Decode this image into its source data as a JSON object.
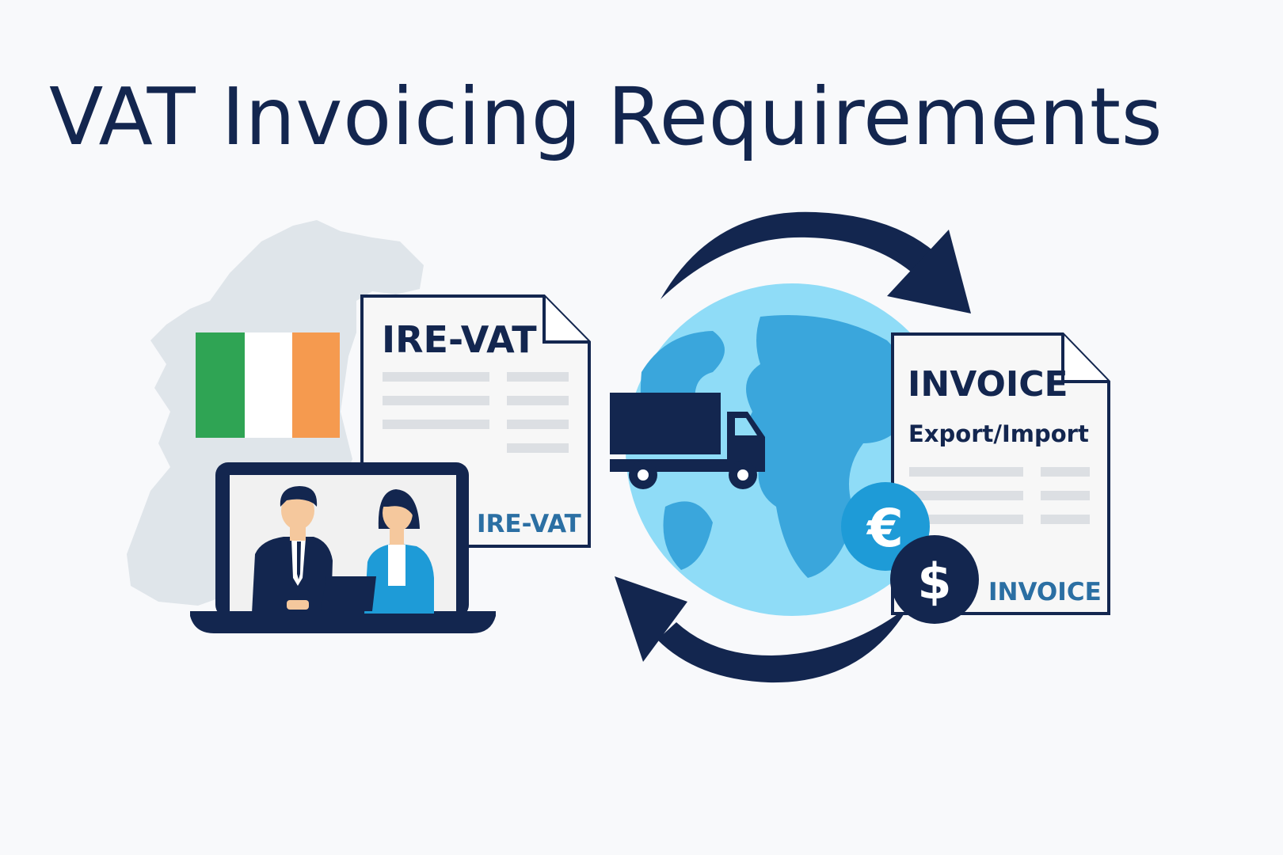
{
  "title": "VAT Invoicing Requirements",
  "ireland_doc": {
    "heading": "IRE-VAT",
    "footer": "IRE-VAT"
  },
  "invoice_doc": {
    "heading": "INVOICE",
    "subheading": "Export/Import",
    "footer": "INVOICE"
  },
  "currency": {
    "euro_symbol": "€",
    "dollar_symbol": "$"
  },
  "icons": [
    "ireland-map-icon",
    "irish-flag-icon",
    "laptop-icon",
    "businessman-icon",
    "businesswoman-icon",
    "globe-icon",
    "truck-icon",
    "cycle-arrows-icon",
    "euro-coin-icon",
    "dollar-coin-icon"
  ],
  "colors": {
    "navy": "#13264f",
    "flag_green": "#2fa454",
    "flag_white": "#ffffff",
    "flag_orange": "#f59a4f",
    "globe_blue": "#3aa6dc",
    "globe_light": "#8fdcf7",
    "map_gray": "#dfe5ea",
    "line_gray": "#dcdfe3",
    "accent_blue": "#2b6fa3",
    "euro_blue": "#1e9bd7"
  }
}
